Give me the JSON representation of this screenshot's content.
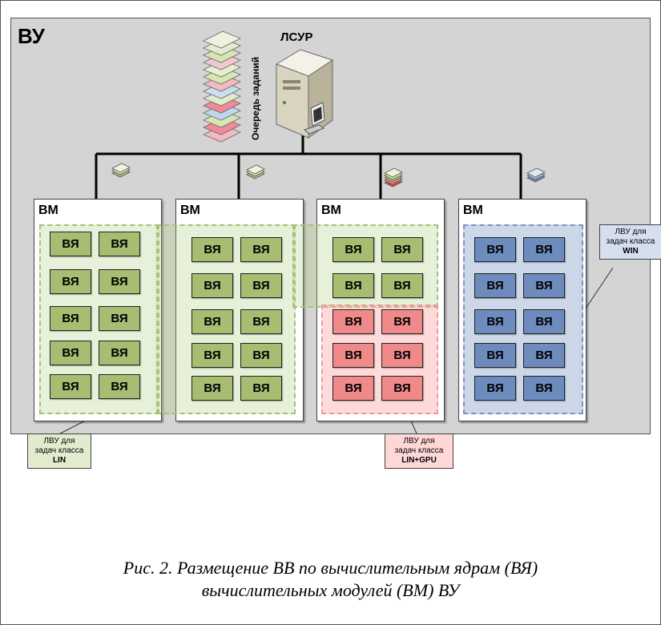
{
  "title": "ВУ",
  "server_label": "ЛСУР",
  "queue_label": "Очередь заданий",
  "modules": [
    {
      "label": "ВМ",
      "core_label": "ВЯ"
    },
    {
      "label": "ВМ",
      "core_label": "ВЯ"
    },
    {
      "label": "ВМ",
      "core_label": "ВЯ"
    },
    {
      "label": "ВМ",
      "core_label": "ВЯ"
    }
  ],
  "callouts": {
    "lin": {
      "line1": "ЛВУ для",
      "line2": "задач класса",
      "cls": "LIN"
    },
    "gpu": {
      "line1": "ЛВУ для",
      "line2": "задач класса",
      "cls": "LIN+GPU"
    },
    "win": {
      "line1": "ЛВУ для",
      "line2": "задач класса",
      "cls": "WIN"
    }
  },
  "caption": {
    "line1": "Рис. 2. Размещение ВВ по вычислительным ядрам (ВЯ)",
    "line2": "вычислительных модулей (ВМ) ВУ"
  },
  "colors": {
    "core_lin": "#a6bd72",
    "core_gpu": "#f08a8a",
    "core_win": "#6d8bbd",
    "zone_lin": "#a6c07a",
    "zone_gpu": "#e89a9a",
    "zone_win": "#7b94c4"
  }
}
